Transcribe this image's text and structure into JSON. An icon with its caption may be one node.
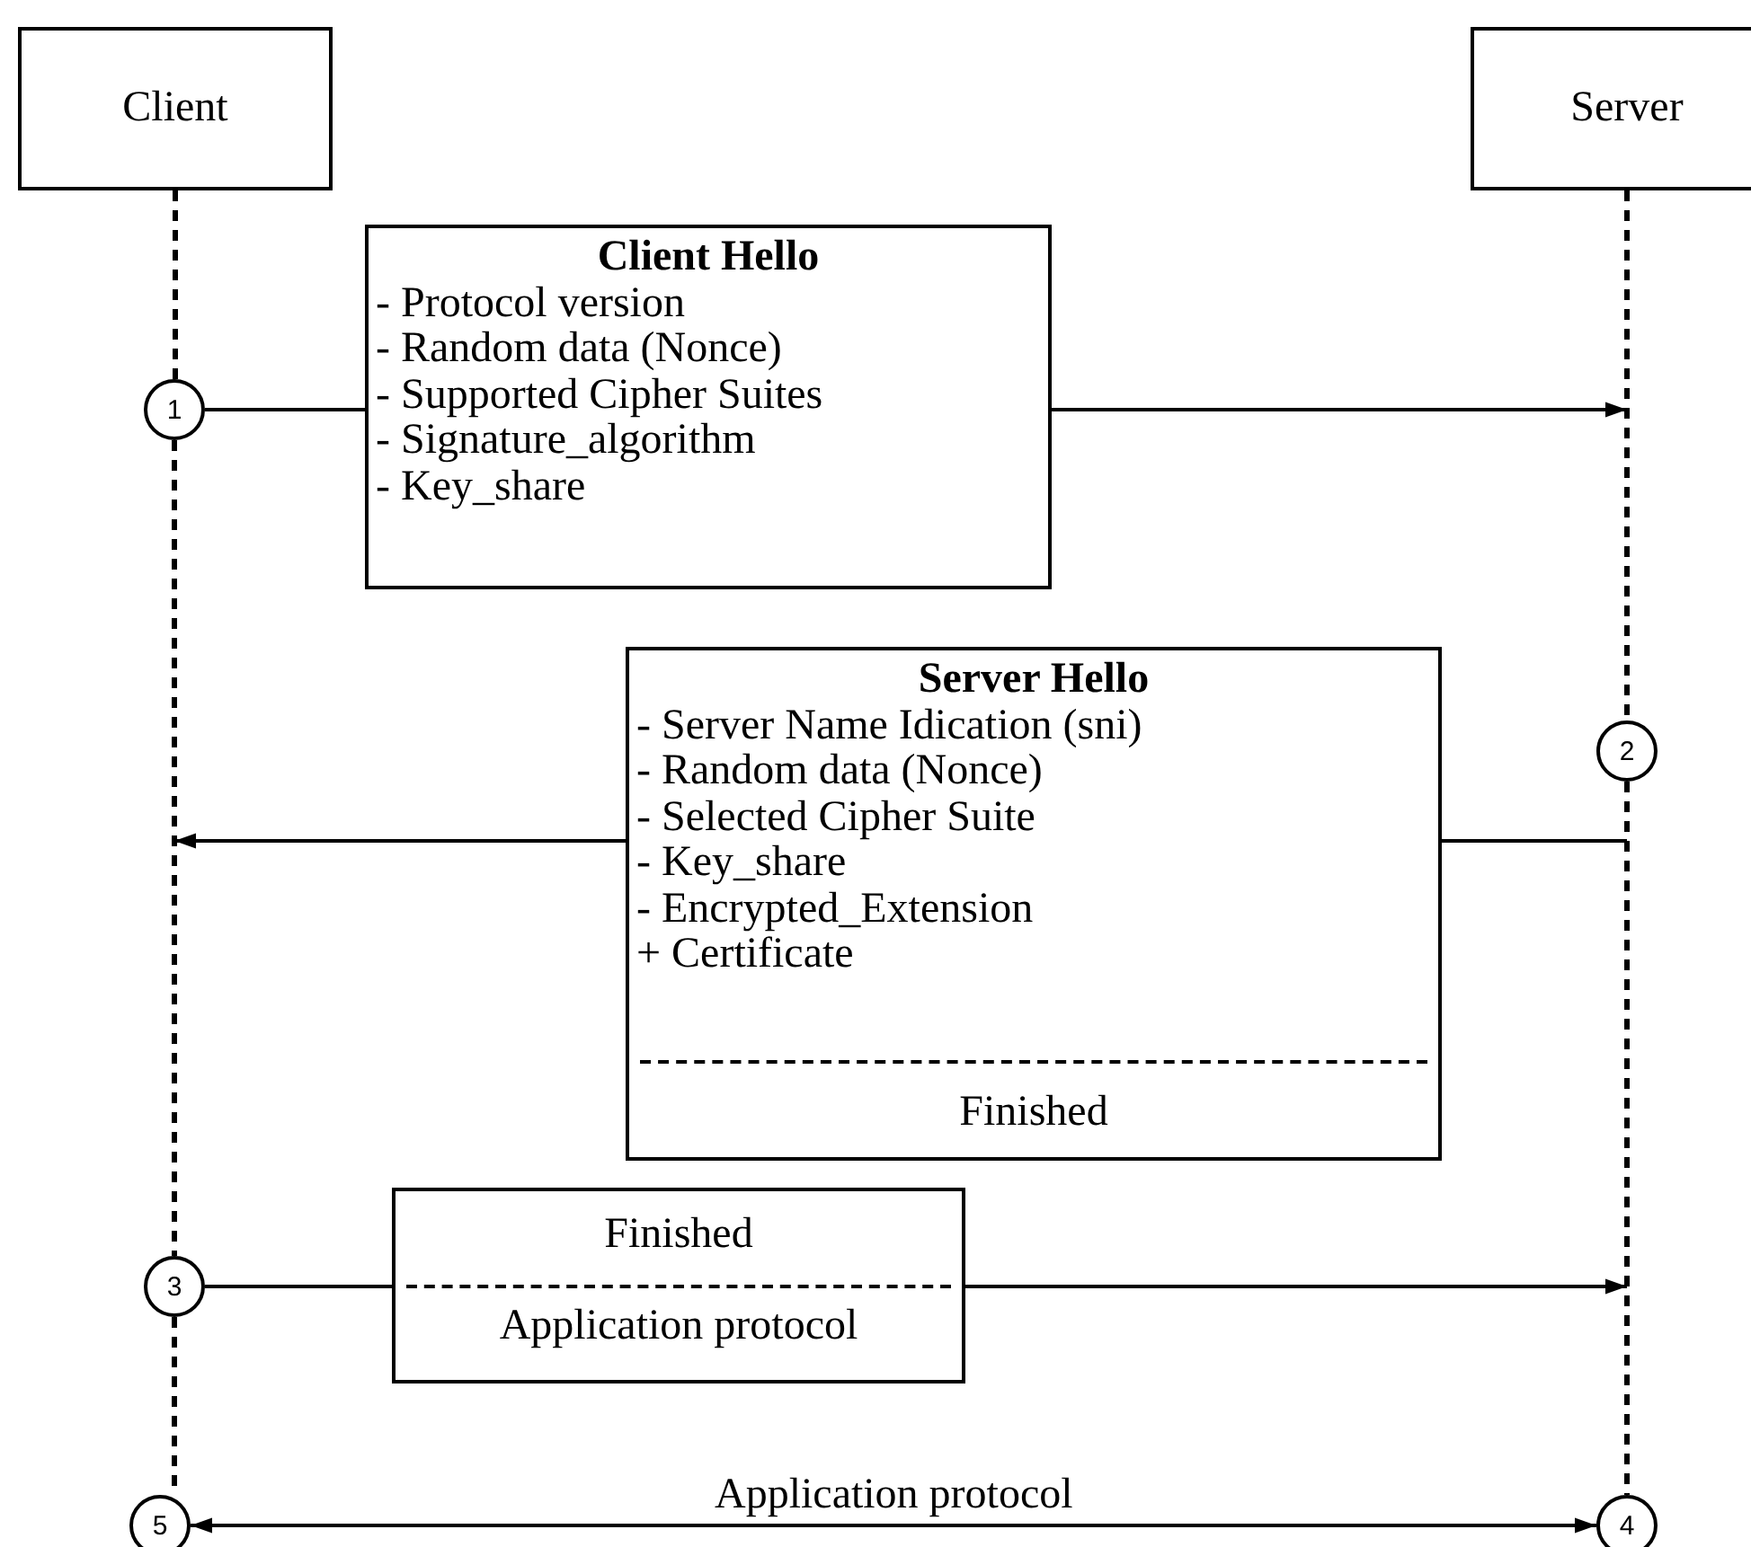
{
  "diagram": {
    "nodes": [
      {
        "text": [
          "Client"
        ]
      },
      {
        "text": [
          "Server"
        ]
      },
      {
        "text": [
          "1"
        ]
      },
      {
        "text": [
          "Client Hello",
          "- Protocol version",
          "- Random data (Nonce)",
          "- Supported Cipher Suites",
          "- Signature_algorithm",
          "- Key_share"
        ]
      },
      {
        "text": [
          "2"
        ]
      },
      {
        "text": [
          "Server Hello",
          "- Server Name Idication (sni)",
          "- Random data (Nonce)",
          "- Selected Cipher Suite",
          "- Key_share",
          "- Encrypted_Extension",
          "+ Certificate",
          "Finished"
        ]
      },
      {
        "text": [
          "3"
        ]
      },
      {
        "text": [
          "Finished",
          "Application protocol"
        ]
      },
      {
        "text": [
          "5"
        ]
      },
      {
        "text": [
          "4"
        ]
      }
    ],
    "edges": [
      {
        "from": 0,
        "to": 2,
        "arrow": "none",
        "style": "dashed"
      },
      {
        "from": 2,
        "to": 6,
        "arrow": "none",
        "style": "dashed"
      },
      {
        "from": 6,
        "to": 8,
        "arrow": "none",
        "style": "dashed"
      },
      {
        "from": 1,
        "to": 4,
        "arrow": "none",
        "style": "dashed"
      },
      {
        "from": 4,
        "to": 9,
        "arrow": "none",
        "style": "dashed"
      },
      {
        "from": 2,
        "to": 3,
        "arrow": "none"
      },
      {
        "from": 3,
        "to": null,
        "arrow": "to"
      },
      {
        "from": null,
        "to": 5,
        "arrow": "none"
      },
      {
        "from": 5,
        "to": null,
        "arrow": "to"
      },
      {
        "from": 6,
        "to": 7,
        "arrow": "none"
      },
      {
        "from": 7,
        "to": null,
        "arrow": "to"
      },
      {
        "from": 8,
        "to": 9,
        "label": "Application protocol",
        "arrow": "both"
      }
    ]
  }
}
